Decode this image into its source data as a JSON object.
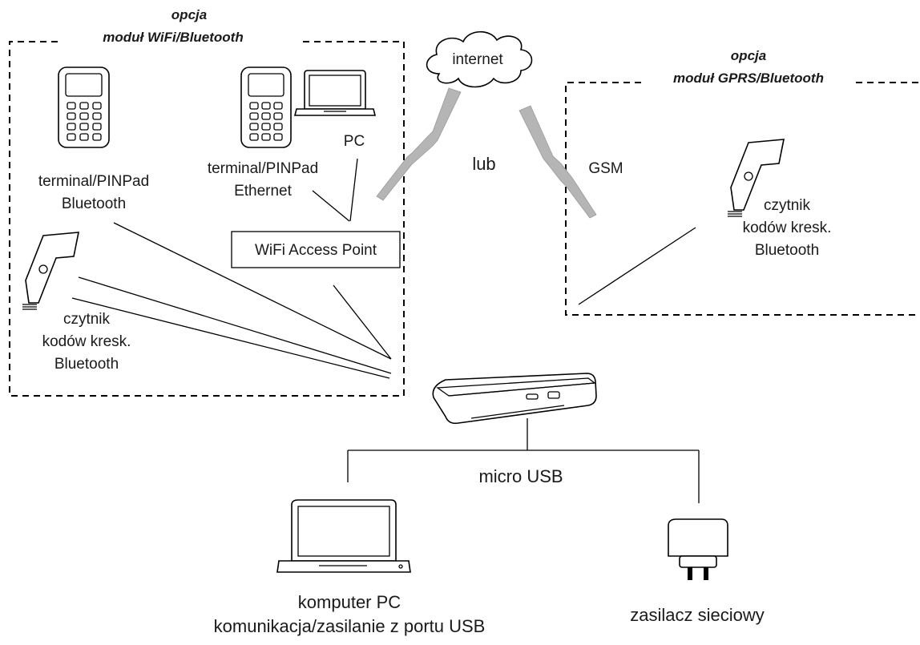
{
  "wifi_group": {
    "option_line1": "opcja",
    "option_line2": "moduł WiFi/Bluetooth"
  },
  "gprs_group": {
    "option_line1": "opcja",
    "option_line2": "moduł GPRS/Bluetooth"
  },
  "cloud_label": "internet",
  "or_label": "lub",
  "gsm_label": "GSM",
  "pc_label": "PC",
  "access_point_label": "WiFi Access Point",
  "terminal_bluetooth": {
    "line1": "terminal/PINPad",
    "line2": "Bluetooth"
  },
  "terminal_ethernet": {
    "line1": "terminal/PINPad",
    "line2": "Ethernet"
  },
  "scanner_left": {
    "line1": "czytnik",
    "line2": "kodów kresk.",
    "line3": "Bluetooth"
  },
  "scanner_right": {
    "line1": "czytnik",
    "line2": "kodów kresk.",
    "line3": "Bluetooth"
  },
  "usb_label": "micro USB",
  "computer": {
    "line1": "komputer PC",
    "line2": "komunikacja/zasilanie z portu USB"
  },
  "power_supply_label": "zasilacz sieciowy"
}
